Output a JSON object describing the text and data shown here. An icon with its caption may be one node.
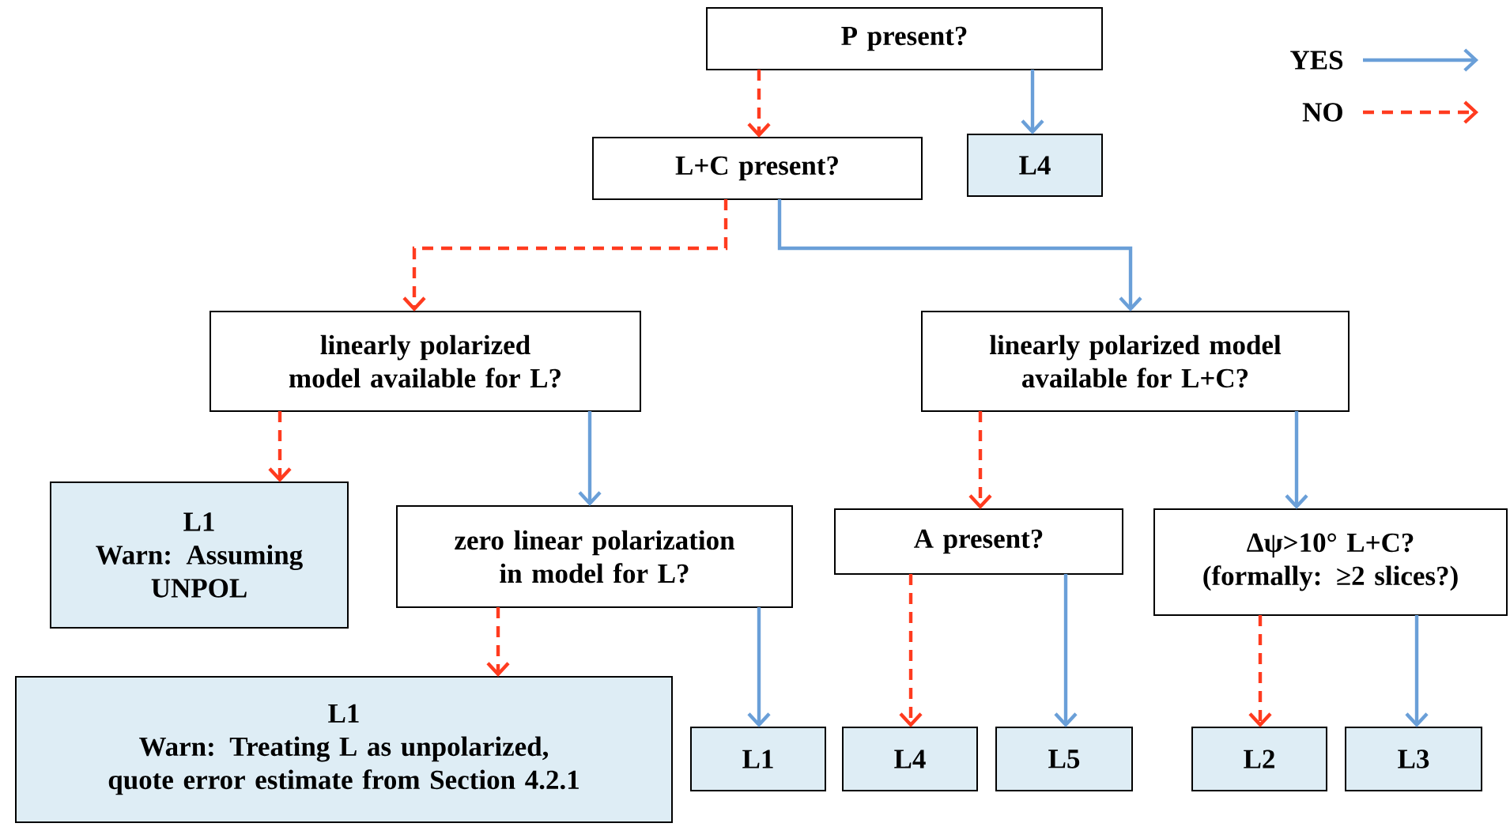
{
  "diagram": {
    "nodes": [
      {
        "text": [
          "P present?"
        ]
      },
      {
        "text": [
          "L+C present?"
        ]
      },
      {
        "text": [
          "L4"
        ]
      },
      {
        "text": [
          "linearly polarized model available for L?"
        ]
      },
      {
        "text": [
          "linearly polarized model available for L+C?"
        ]
      },
      {
        "text": [
          "L1",
          "Warn: Assuming UNPOL"
        ]
      },
      {
        "text": [
          "zero linear polarization in model for L?"
        ]
      },
      {
        "text": [
          "A present?"
        ]
      },
      {
        "text": [
          "Δψ>10° L+C? (formally: ≥2 slices?)"
        ]
      },
      {
        "text": [
          "L1",
          "Warn: Treating L as unpolarized, quote error estimate from Section 4.2.1"
        ]
      },
      {
        "text": [
          "L1"
        ]
      },
      {
        "text": [
          "L4"
        ]
      },
      {
        "text": [
          "L5"
        ]
      },
      {
        "text": [
          "L2"
        ]
      },
      {
        "text": [
          "L3"
        ]
      }
    ],
    "edges": [
      {
        "from": 0,
        "to": 1,
        "arrow": "to",
        "style": "dashed",
        "color": "#ff3b1f"
      },
      {
        "from": 0,
        "to": 2,
        "arrow": "to",
        "color": "#6a9fd8"
      },
      {
        "from": 1,
        "to": 3,
        "arrow": "to",
        "style": "dashed",
        "color": "#ff3b1f"
      },
      {
        "from": 1,
        "to": 4,
        "arrow": "to",
        "color": "#6a9fd8"
      },
      {
        "from": 3,
        "to": 5,
        "arrow": "to",
        "style": "dashed",
        "color": "#ff3b1f"
      },
      {
        "from": 3,
        "to": 6,
        "arrow": "to",
        "color": "#6a9fd8"
      },
      {
        "from": 4,
        "to": 7,
        "arrow": "to",
        "style": "dashed",
        "color": "#ff3b1f"
      },
      {
        "from": 4,
        "to": 8,
        "arrow": "to",
        "color": "#6a9fd8"
      },
      {
        "from": 6,
        "to": 9,
        "arrow": "to",
        "style": "dashed",
        "color": "#ff3b1f"
      },
      {
        "from": 6,
        "to": 10,
        "arrow": "to",
        "color": "#6a9fd8"
      },
      {
        "from": 7,
        "to": 11,
        "arrow": "to",
        "style": "dashed",
        "color": "#ff3b1f"
      },
      {
        "from": 7,
        "to": 12,
        "arrow": "to",
        "color": "#6a9fd8"
      },
      {
        "from": 8,
        "to": 13,
        "arrow": "to",
        "style": "dashed",
        "color": "#ff3b1f"
      },
      {
        "from": 8,
        "to": 14,
        "arrow": "to",
        "color": "#6a9fd8"
      }
    ],
    "legend": [
      {
        "text": "YES"
      },
      {
        "text": "NO"
      }
    ]
  }
}
